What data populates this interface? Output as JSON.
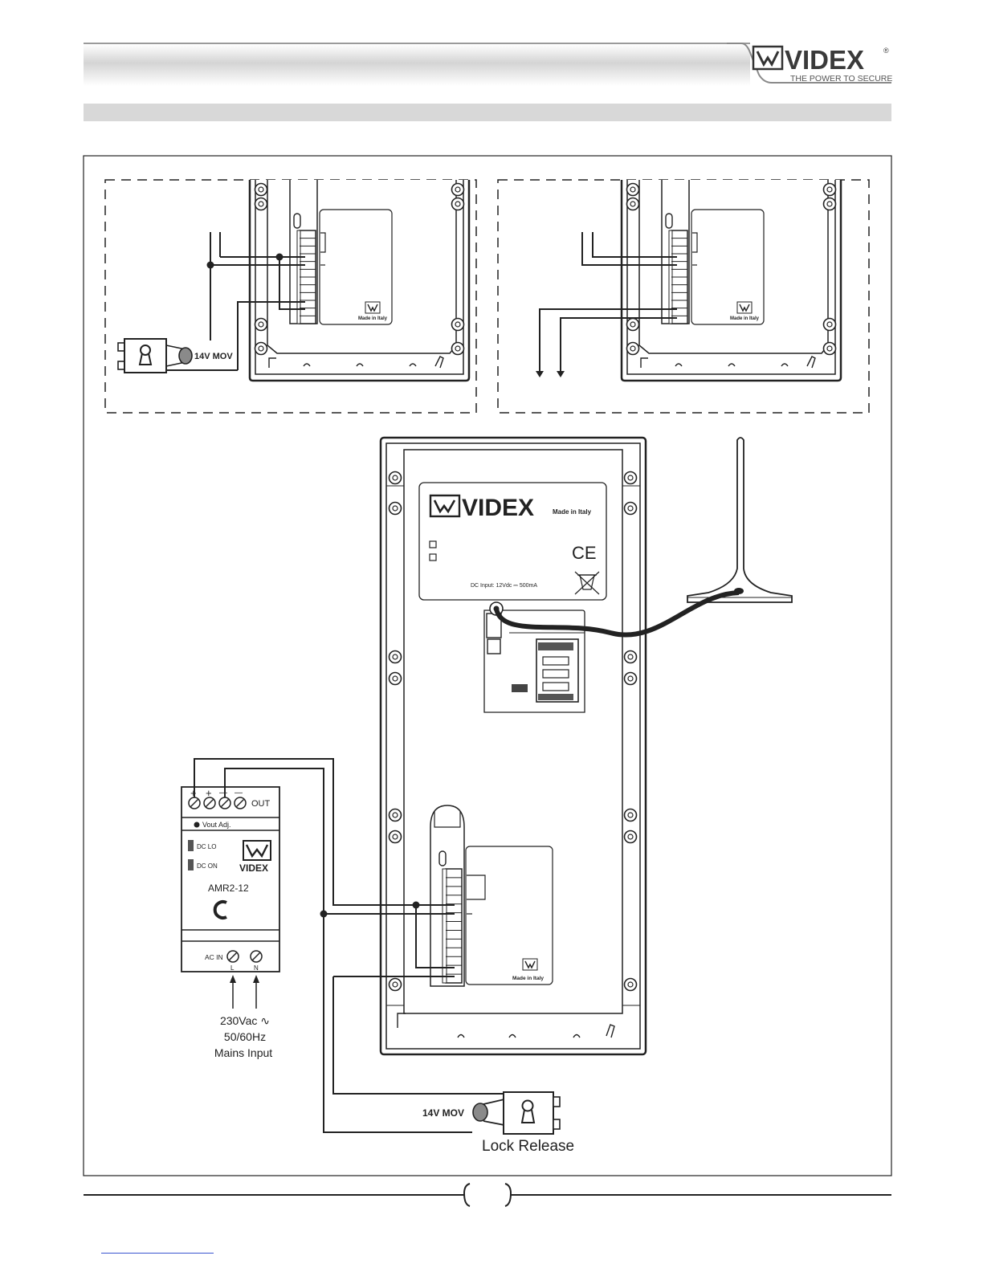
{
  "header": {
    "brand": "VIDEX",
    "tagline": "THE POWER TO SECURE",
    "registered_mark": "®"
  },
  "panel_top_left": {
    "lock_label": "14V MOV",
    "board_badge": "Made in Italy"
  },
  "panel_top_right": {
    "board_badge": "Made in Italy"
  },
  "intercom_panel": {
    "label_brand": "VIDEX",
    "label_made_in": "Made in Italy",
    "label_ce": "CE",
    "label_dc_input": "DC Input: 12Vdc ⎓ 500mA",
    "board_badge": "Made in Italy"
  },
  "power_supply": {
    "terminal_plus_1": "+",
    "terminal_plus_2": "+",
    "terminal_minus_1": "—",
    "terminal_minus_2": "—",
    "out_label": "OUT",
    "vout_label": "Vout Adj.",
    "dc_lo_label": "DC LO",
    "dc_on_label": "DC ON",
    "brand": "VIDEX",
    "model": "AMR2-12",
    "ac_in_label": "AC IN",
    "terminal_l": "L",
    "terminal_n": "N"
  },
  "mains_input": {
    "line1": "230Vac ∿",
    "line2": "50/60Hz",
    "line3": "Mains Input"
  },
  "lock_release": {
    "mov_label": "14V MOV",
    "caption": "Lock Release"
  },
  "colors": {
    "line": "#1a1a1a",
    "header_grey": "#d4d4d4",
    "section_grey": "#d8d8d8",
    "link": "#3a55d0"
  }
}
